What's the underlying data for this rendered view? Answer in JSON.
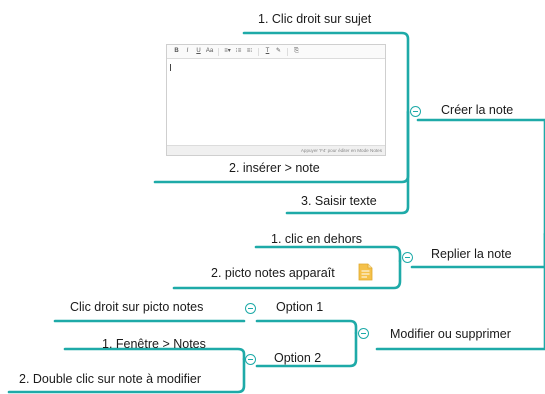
{
  "colors": {
    "branch": "#1eaaa8",
    "note_icon": "#f5c14a"
  },
  "nodes": {
    "creer": "Créer la note",
    "step1": "1. Clic droit sur sujet",
    "step2": "2. insérer > note",
    "step3": "3. Saisir texte",
    "replier": "Replier la note",
    "clic_dehors": "1. clic en dehors",
    "picto": "2. picto notes apparaît",
    "modifier": "Modifier ou supprimer",
    "option1": "Option 1",
    "clic_droit_picto": "Clic droit sur picto notes",
    "option2": "Option 2",
    "fenetre": "1. Fenêtre > Notes",
    "double_clic": "2. Double clic sur note à modifier"
  },
  "editor": {
    "toolbar": [
      "B",
      "I",
      "U",
      "Aa",
      "≡▾",
      "⁝≡",
      "≡⁝",
      "T",
      "✎",
      "⎘"
    ],
    "status": "Appuyer 'F4' pour éditer en Mode Notes"
  },
  "icons": {
    "collapse": "collapse-icon",
    "note": "note-icon"
  }
}
